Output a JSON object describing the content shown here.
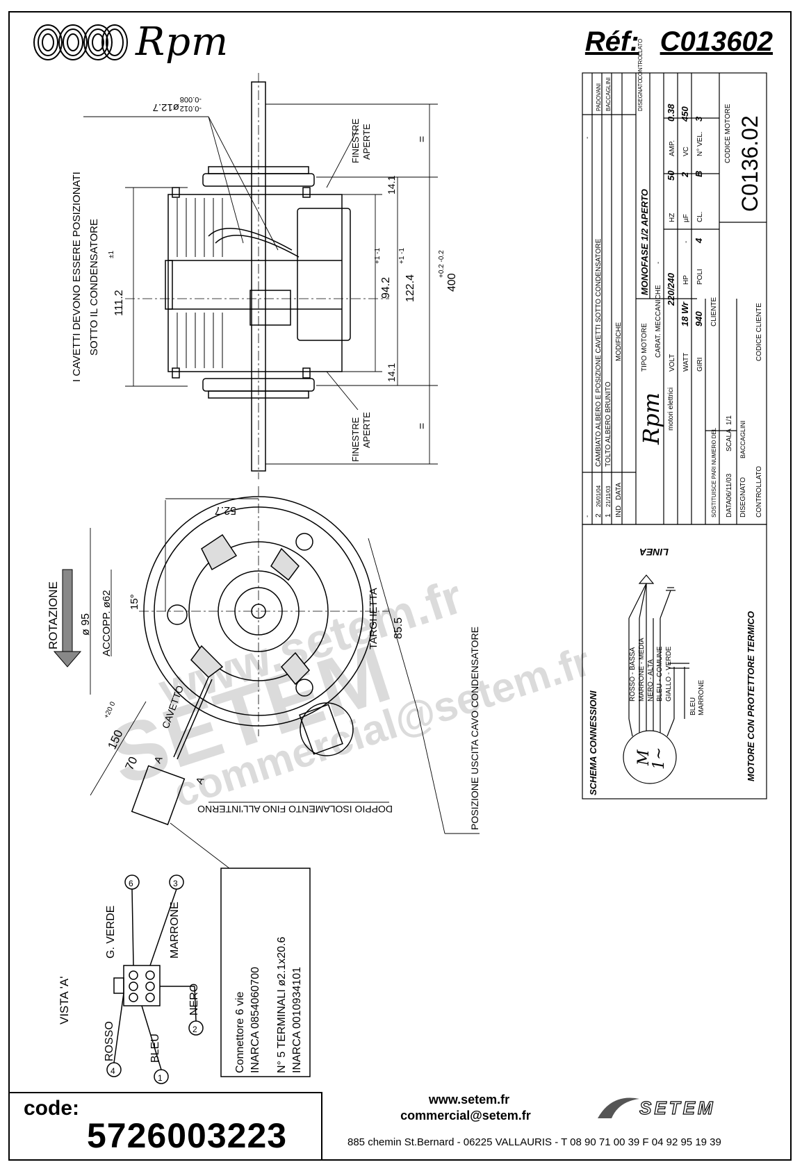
{
  "header": {
    "brand": "Rpm",
    "reference_label": "Réf:",
    "reference_value": "C013602"
  },
  "drawing": {
    "shaft_diameter": "ø12.7",
    "shaft_tol_upper": "-0.008",
    "shaft_tol_lower": "-0.012",
    "note_cables": "I CAVETTI DEVONO ESSERE POSIZIONATI",
    "note_cables_2": "SOTTO IL CONDENSATORE",
    "dim_111": "111.2",
    "dim_111_tol": "±1",
    "dim_94": "94.2",
    "dim_94_tol": "+1 -1",
    "dim_122": "122.4",
    "dim_122_tol": "+1 -1",
    "dim_400": "400",
    "dim_400_tol": "+0.2 -0.2",
    "dim_14_top": "14.1",
    "dim_14_bottom": "14.1",
    "equal_sign": "=",
    "finestre_top": "FINESTRE",
    "aperte_top": "APERTE",
    "finestre_bottom": "FINESTRE",
    "aperte_bottom": "APERTE",
    "dim_52": "52.7",
    "rotazione": "ROTAZIONE",
    "dim_95": "ø 95",
    "accopp": "ACCOPP. ø62",
    "angle_15": "15°",
    "targhetta": "TARGHETTA",
    "dim_85": "85.5",
    "pos_condensatore": "POSIZIONE USCITA CAVO CONDENSATORE",
    "doppio_isolamento": "DOPPIO ISOLAMENTO FINO ALL'INTERNO",
    "caveto": "CAVETTO",
    "dim_150": "150",
    "dim_150_tol": "+20 0",
    "dim_70": "70",
    "label_a1": "A",
    "label_a2": "A",
    "vista": "VISTA 'A'",
    "wires": [
      {
        "num": "6",
        "name": "G. VERDE"
      },
      {
        "num": "3",
        "name": "MARRONE"
      },
      {
        "num": "4",
        "name": "ROSSO"
      },
      {
        "num": "1",
        "name": "BLEU"
      },
      {
        "num": "2",
        "name": "NERO"
      }
    ],
    "connector_lines": [
      "Connettore 6 vie",
      "INARCA 0854060700",
      "N° 5 TERMINALI ø2.1x20.6",
      "INARCA 0010934101"
    ]
  },
  "title_block": {
    "revisions": [
      {
        "n": "2",
        "date": "26/01/04",
        "desc": "CAMBIATO ALBERO E POSIZIONE CAVETTI SOTTO CONDENSATORE",
        "by": "PADOVANI"
      },
      {
        "n": "1",
        "date": "21/11/03",
        "desc": "TOLTO ALBERO BRUNITO",
        "by": "BACCAGLINI"
      }
    ],
    "head_n": "IND",
    "head_date": "DATA",
    "head_mod": "MODIFICHE",
    "head_dis": "DISEGNATO",
    "head_ctrl": "CONTROLLATO",
    "dash": "-",
    "logo_text": "Rpm",
    "logo_sub": "motori elettrici",
    "tipo_motore_label": "TIPO MOTORE",
    "tipo_motore": "MONOFASE 1/2 APERTO",
    "carat_label": "CARAT. MECCANICHE",
    "carat_value": "-",
    "volt_label": "VOLT",
    "volt": "220/240",
    "hz_label": "HZ",
    "hz": "50",
    "amp_label": "AMP.",
    "amp": "0.38",
    "watt_label": "WATT",
    "watt": "18 Wr",
    "hp_label": "HP",
    "hp": "-",
    "uf_label": "µF",
    "uf": "2",
    "vc_label": "VC",
    "vc": "450",
    "giri_label": "GIRI",
    "giri": "940",
    "poli_label": "POLI",
    "poli": "4",
    "cl_label": "CL.",
    "cl": "B",
    "nvel_label": "N° VEL.",
    "nvel": "3",
    "sostituisce_label": "SOSTITUISCE PARI NUMERO DEL",
    "sostituisce": "-",
    "cliente_label": "CLIENTE",
    "data_label": "DATA",
    "data": "06/11/03",
    "scala_label": "SCALA",
    "scala": "1/1",
    "disegnato_label": "DISEGNATO",
    "disegnato": "BACCAGLINI",
    "controllato_label": "CONTROLLATO",
    "codice_cliente_label": "CODICE CLIENTE",
    "codice_motore_label": "CODICE MOTORE",
    "codice_motore": "C0136.02"
  },
  "schema": {
    "title": "SCHEMA CONNESSIONI",
    "linea": "LINEA",
    "wires": [
      "ROSSO - BASSA",
      "MARRONE - MEDIA",
      "NERO - ALTA",
      "BLEU - COMUNE",
      "GIALLO - VERDE",
      "BLEU",
      "MARRONE"
    ],
    "motor_symbol": "M",
    "motor_phase": "1~",
    "footer": "MOTORE CON PROTETTORE TERMICO"
  },
  "footer": {
    "code_label": "code:",
    "code_value": "5726003223",
    "website": "www.setem.fr",
    "email": "commercial@setem.fr",
    "address": "885 chemin St.Bernard  -  06225 VALLAURIS  -  T 08 90 71 00 39   F 04 92 95 19 39",
    "logo": "SETEM"
  },
  "watermark": {
    "line1": "www.setem.fr",
    "line2": "SETEM",
    "line3": "commercial@setem.fr"
  }
}
